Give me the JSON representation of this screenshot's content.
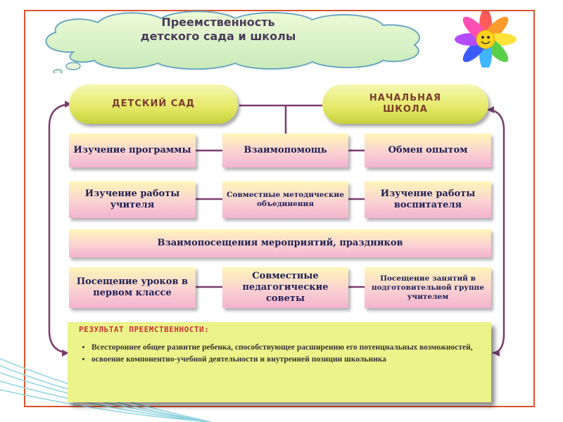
{
  "title": {
    "line1": "Преемственность",
    "line2": "детского сада и школы"
  },
  "left_pill": "ДЕТСКИЙ САД",
  "right_pill": {
    "line1": "НАЧАЛЬНАЯ",
    "line2": "ШКОЛА"
  },
  "rows": [
    [
      "Изучение программы",
      "Взаимопомощь",
      "Обмен опытом"
    ],
    [
      "Изучение работы учителя",
      "Совместные методические объединения",
      "Изучение работы воспитателя"
    ],
    [
      "Посещение уроков в первом классе",
      "Совместные педагогические советы",
      "Посещение занятий в подготовительной группе учителем"
    ]
  ],
  "wide_box": "Взаимопосещения мероприятий, праздников",
  "result": {
    "title": "РЕЗУЛЬТАТ ПРЕЕМСТВЕННОСТИ:",
    "items": [
      "Всестороннее общее развитие ребенка, способствующее расширению его потенциальных возможностей,",
      "освоение компонентно-учебной деятельности и внутренней позиции школьника"
    ]
  },
  "colors": {
    "frame": "#d9532c",
    "connector": "#7a3e6e",
    "pill": "#e6ea6b",
    "box_top": "#fff6b8",
    "box_bottom": "#f3b3cf",
    "result_bg": "#ebf38a",
    "result_title": "#cc3333"
  }
}
